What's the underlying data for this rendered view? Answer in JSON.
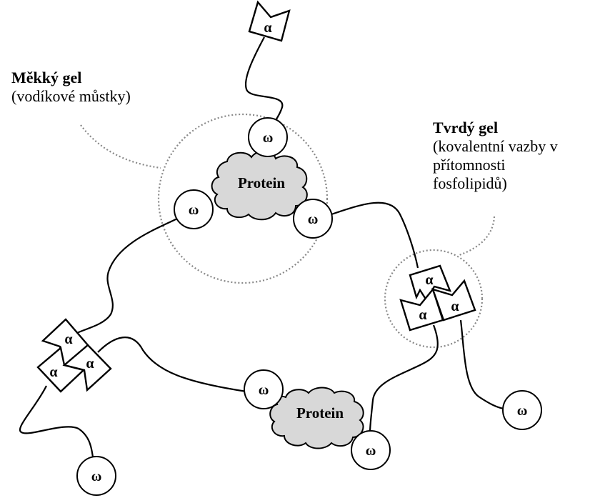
{
  "diagram": {
    "soft_gel": {
      "title": "Měkký gel",
      "subtitle": "(vodíkové můstky)"
    },
    "hard_gel": {
      "title": "Tvrdý gel",
      "subtitle_lines": [
        "(kovalentní vazby v",
        "přítomnosti",
        "fosfolipidů)"
      ]
    },
    "protein_label": "Protein",
    "omega_symbol": "ω",
    "alpha_symbol": "α",
    "colors": {
      "protein_fill": "#d8d8d8",
      "outline": "#000000",
      "dotted_region": "#888888",
      "background": "#ffffff"
    }
  }
}
